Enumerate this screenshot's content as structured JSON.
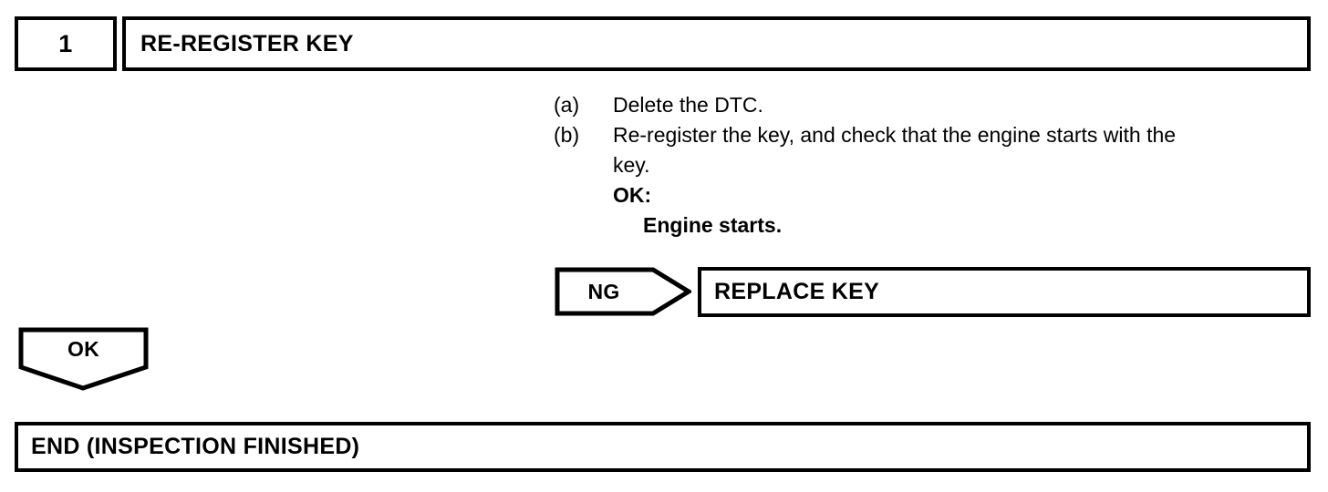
{
  "step": {
    "number": "1",
    "title": "RE-REGISTER KEY"
  },
  "instructions": [
    {
      "label": "(a)",
      "text": "Delete the DTC."
    },
    {
      "label": "(b)",
      "text": "Re-register the key, and check that the engine starts with the key."
    }
  ],
  "criteria": {
    "ok_label": "OK:",
    "ok_value": "Engine starts."
  },
  "branches": {
    "ng": {
      "label": "NG",
      "target": "REPLACE KEY"
    },
    "ok": {
      "label": "OK",
      "target": "END (INSPECTION FINISHED)"
    }
  },
  "colors": {
    "ink": "#000000",
    "paper": "#ffffff"
  }
}
